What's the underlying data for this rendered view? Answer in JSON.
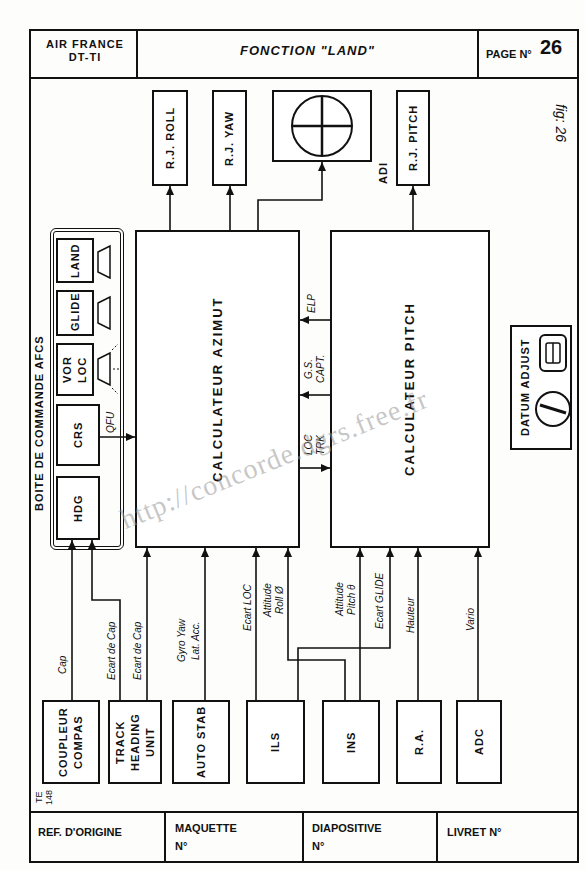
{
  "diagram": {
    "title": "FONCTION \"LAND\"",
    "nodes": [
      {
        "text": [
          "BOITE DE COMMANDE AFCS"
        ]
      },
      {
        "text": [
          "HDG"
        ],
        "in": 0
      },
      {
        "text": [
          "CRS"
        ],
        "in": 0
      },
      {
        "text": [
          "VOR LOC"
        ],
        "in": 0
      },
      {
        "text": [
          "GLIDE"
        ],
        "in": 0
      },
      {
        "text": [
          "LAND"
        ],
        "in": 0
      },
      {
        "text": [
          "CALCULATEUR AZIMUT"
        ]
      },
      {
        "text": [
          "CALCULATEUR PITCH"
        ]
      },
      {
        "text": [
          "R.J. ROLL"
        ]
      },
      {
        "text": [
          "R.J. YAW"
        ]
      },
      {
        "text": [
          "ADI"
        ]
      },
      {
        "text": [
          "R.J. PITCH"
        ]
      },
      {
        "text": [
          "DATUM ADJUST"
        ]
      },
      {
        "text": [
          "COUPLEUR COMPAS"
        ]
      },
      {
        "text": [
          "TRACK HEADING UNIT"
        ]
      },
      {
        "text": [
          "AUTO STAB"
        ]
      },
      {
        "text": [
          "ILS"
        ]
      },
      {
        "text": [
          "INS"
        ]
      },
      {
        "text": [
          "R.A."
        ]
      },
      {
        "text": [
          "ADC"
        ]
      }
    ],
    "edges": [
      {
        "from": 13,
        "to": 1,
        "label": "Cap",
        "arrow": "to"
      },
      {
        "from": 14,
        "to": 1,
        "label": "Ecart de Cap",
        "arrow": "to"
      },
      {
        "from": 14,
        "to": 6,
        "label": "Ecart de Cap",
        "arrow": "to"
      },
      {
        "from": 2,
        "to": 6,
        "label": "QFU",
        "arrow": "to"
      },
      {
        "from": 15,
        "to": 6,
        "label": "Gyro Yaw",
        "arrow": "to"
      },
      {
        "from": 16,
        "to": 6,
        "label": "Ecart LOC",
        "arrow": "to"
      },
      {
        "from": 17,
        "to": 6,
        "label": "Attitude Roll Ø",
        "arrow": "to"
      },
      {
        "from": 16,
        "to": 7,
        "label": "Ecart GLIDE",
        "arrow": "to"
      },
      {
        "from": 17,
        "to": 7,
        "label": "Attitude Pitch θ",
        "arrow": "to"
      },
      {
        "from": 18,
        "to": 7,
        "label": "Hauteur",
        "arrow": "to"
      },
      {
        "from": 19,
        "to": 7,
        "label": "Vario",
        "arrow": "to"
      },
      {
        "from": 6,
        "to": 8,
        "arrow": "to"
      },
      {
        "from": 6,
        "to": 9,
        "arrow": "to"
      },
      {
        "from": 6,
        "to": 10,
        "arrow": "to"
      },
      {
        "from": 7,
        "to": 11,
        "arrow": "to"
      },
      {
        "from": 7,
        "to": 6,
        "label": "ELP",
        "arrow": "to"
      },
      {
        "from": 7,
        "to": 6,
        "label": "G.S. CAPT.",
        "arrow": "to"
      },
      {
        "from": 6,
        "to": 7,
        "label": "LOC TRK",
        "arrow": "to"
      }
    ],
    "labels": [
      "AIR FRANCE DT-TI",
      "PAGE N°",
      "26",
      "fig: 26",
      "Lat. Acc.",
      "TE 148",
      "REF. D'ORIGINE",
      "MAQUETTE",
      "N°",
      "DIAPOSITIVE",
      "N°",
      "LIVRET N°",
      "http://concorde.dgrs.free.fr"
    ]
  }
}
